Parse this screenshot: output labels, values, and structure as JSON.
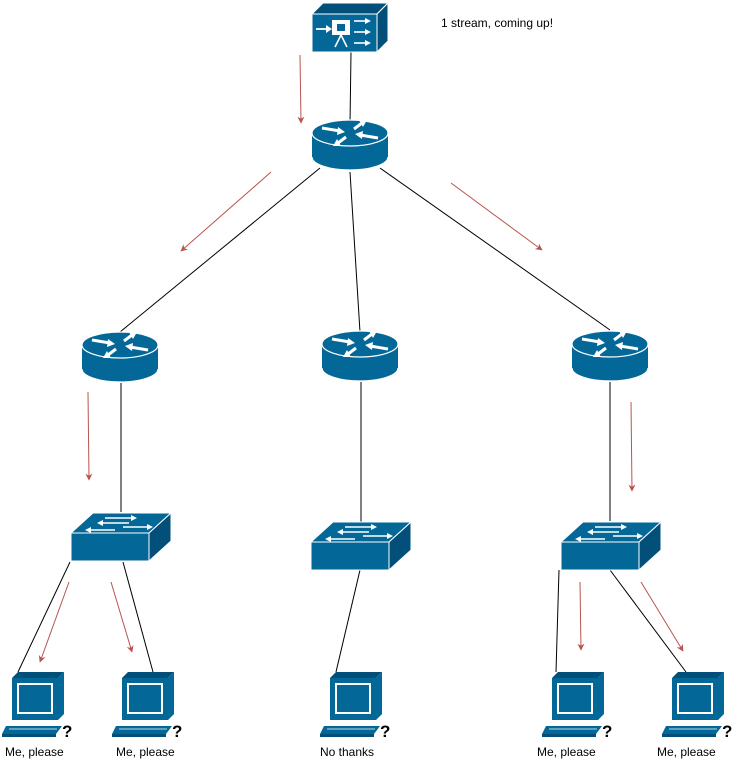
{
  "annotation": "1 stream, coming up!",
  "hosts": [
    {
      "label": "Me, please"
    },
    {
      "label": "Me, please"
    },
    {
      "label": "No thanks"
    },
    {
      "label": "Me, please"
    },
    {
      "label": "Me, please"
    }
  ],
  "colors": {
    "device": "#036897",
    "device_dark": "#02507a",
    "link": "#000000",
    "flow_arrow": "#b85450"
  },
  "icons": {
    "source": "video-server-icon",
    "router": "router-icon",
    "switch": "switch-icon",
    "host": "workstation-icon"
  }
}
